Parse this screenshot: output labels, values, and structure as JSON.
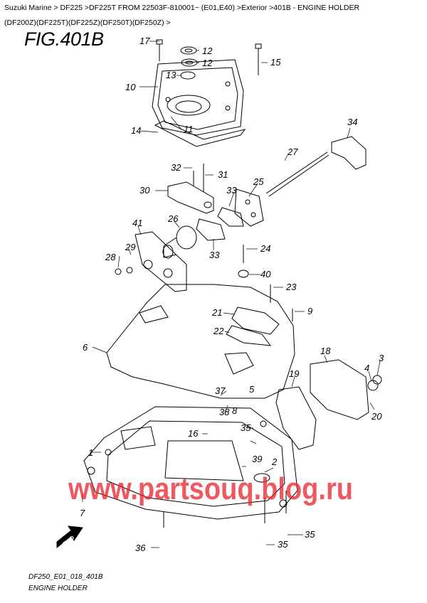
{
  "header": {
    "breadcrumb_line1": "Suzuki Marine > DF225 >DF225T FROM 22503F-810001~ (E01,E40) >Exterior >401B - ENGINE HOLDER",
    "breadcrumb_line2": "(DF200Z)(DF225T)(DF225Z)(DF250T)(DF250Z) >",
    "figure_title": "FIG.401B"
  },
  "footer": {
    "drawing_code": "DF250_E01_018_401B",
    "caption": "ENGINE HOLDER"
  },
  "watermark": "www.partsouq.blog.ru",
  "arrow_label": "FWD",
  "callouts": [
    "1",
    "2",
    "3",
    "4",
    "5",
    "6",
    "7",
    "8",
    "9",
    "10",
    "11",
    "12",
    "12",
    "13",
    "14",
    "15",
    "16",
    "17",
    "18",
    "19",
    "20",
    "21",
    "22",
    "23",
    "24",
    "25",
    "26",
    "27",
    "28",
    "29",
    "30",
    "31",
    "32",
    "33",
    "33",
    "34",
    "35",
    "35",
    "35",
    "36",
    "37",
    "38",
    "39",
    "40",
    "41"
  ]
}
